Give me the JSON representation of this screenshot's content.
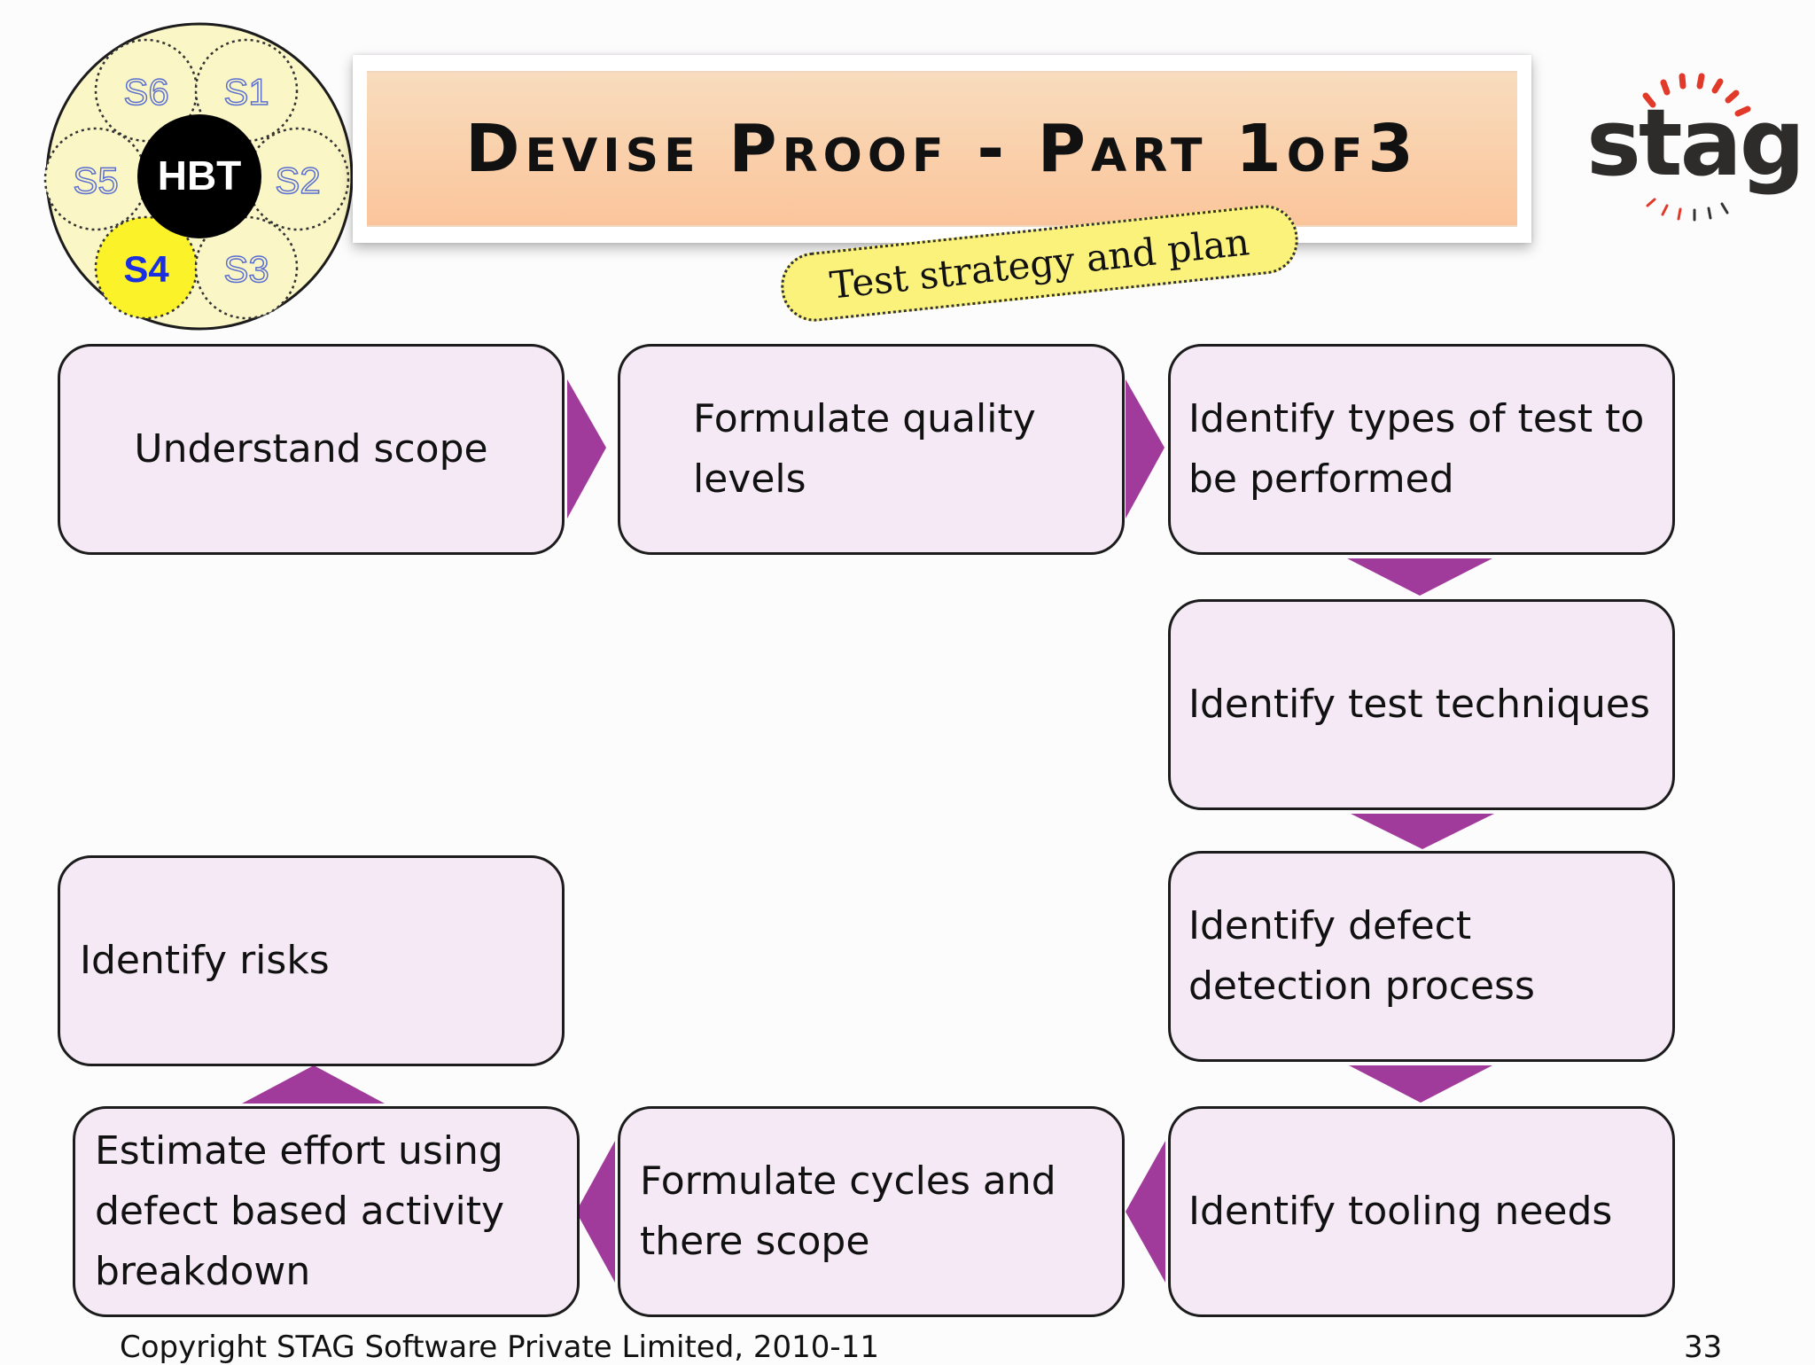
{
  "header": {
    "title": "Devise Proof - Part 1of3",
    "subtitle": "Test strategy and plan"
  },
  "hbt_badge": {
    "center": "HBT",
    "stages": [
      "S1",
      "S2",
      "S3",
      "S4",
      "S5",
      "S6"
    ],
    "active_stage": "S4",
    "colors": {
      "active": "#fbf22a",
      "active_text": "#1a2fe0",
      "stage_text": "#5a6fd0",
      "center": "#000000"
    }
  },
  "logo": {
    "text": "stag",
    "accent_color": "#e23a2a"
  },
  "flow": {
    "box_fill": "#f4e9f5",
    "arrow_color": "#a03b9c",
    "steps": [
      "Understand scope",
      "Formulate quality\nlevels",
      "Identify types of test to\nbe performed",
      "Identify test techniques",
      "Identify defect\ndetection process",
      "Identify tooling needs",
      "Formulate cycles and\nthere scope",
      "Estimate effort using\ndefect based activity\nbreakdown",
      "Identify risks"
    ]
  },
  "footer": {
    "copyright": "Copyright STAG Software Private Limited, 2010-11",
    "page_number": "33"
  }
}
